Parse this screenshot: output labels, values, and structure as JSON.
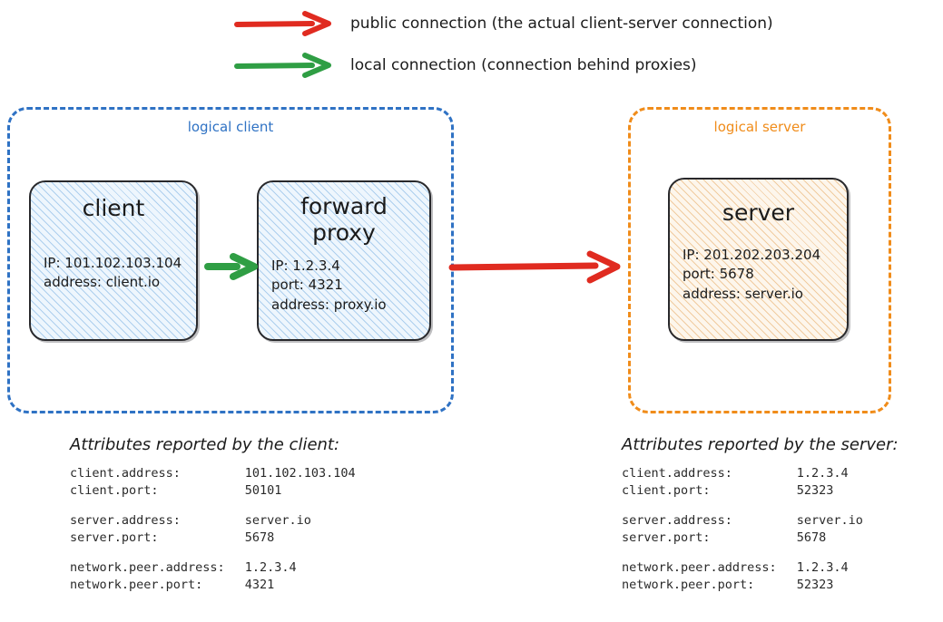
{
  "legend": {
    "items": [
      {
        "icon": "red-arrow-icon",
        "color": "#e02b20",
        "label": "public connection (the actual client-server connection)"
      },
      {
        "icon": "green-arrow-icon",
        "color": "#2f9e44",
        "label": "local connection (connection behind proxies)"
      }
    ]
  },
  "groups": {
    "client": {
      "label": "logical client",
      "color": "#2f72c4"
    },
    "server": {
      "label": "logical server",
      "color": "#f08c1a"
    }
  },
  "nodes": {
    "client": {
      "title": "client",
      "lines": [
        "IP: 101.102.103.104",
        "address: client.io"
      ]
    },
    "proxy": {
      "title": "forward\nproxy",
      "lines": [
        "IP: 1.2.3.4",
        "port: 4321",
        "address: proxy.io"
      ]
    },
    "server": {
      "title": "server",
      "lines": [
        "IP: 201.202.203.204",
        "port: 5678",
        "address: server.io"
      ]
    }
  },
  "connectors": {
    "client_to_proxy": {
      "icon": "green-arrow-icon",
      "color": "#2f9e44",
      "kind": "local connection"
    },
    "proxy_to_server": {
      "icon": "red-arrow-icon",
      "color": "#e02b20",
      "kind": "public connection"
    }
  },
  "attributes": {
    "client": {
      "heading": "Attributes reported by the client:",
      "groups": [
        [
          {
            "key": "client.address:",
            "value": "101.102.103.104"
          },
          {
            "key": "client.port:",
            "value": "50101"
          }
        ],
        [
          {
            "key": "server.address:",
            "value": "server.io"
          },
          {
            "key": "server.port:",
            "value": "5678"
          }
        ],
        [
          {
            "key": "network.peer.address:",
            "value": "1.2.3.4"
          },
          {
            "key": "network.peer.port:",
            "value": "4321"
          }
        ]
      ]
    },
    "server": {
      "heading": "Attributes reported by the server:",
      "groups": [
        [
          {
            "key": "client.address:",
            "value": "1.2.3.4"
          },
          {
            "key": "client.port:",
            "value": "52323"
          }
        ],
        [
          {
            "key": "server.address:",
            "value": "server.io"
          },
          {
            "key": "server.port:",
            "value": "5678"
          }
        ],
        [
          {
            "key": "network.peer.address:",
            "value": "1.2.3.4"
          },
          {
            "key": "network.peer.port:",
            "value": "52323"
          }
        ]
      ]
    }
  }
}
